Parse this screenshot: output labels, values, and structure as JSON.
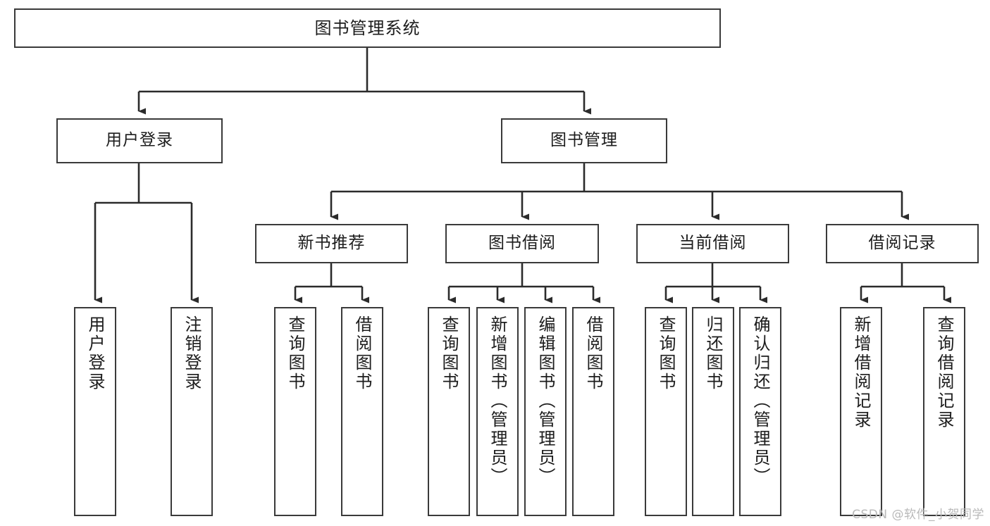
{
  "diagram": {
    "type": "tree",
    "title": "图书管理系统",
    "watermark": "CSDN @软件_小贺同学",
    "colors": {
      "box_stroke": "#3a3a3a",
      "box_fill": "#ffffff",
      "edge_stroke": "#2b2b2b",
      "text": "#1c1c1c",
      "watermark": "#b9b9b9"
    },
    "nodes": {
      "root": {
        "label": "图书管理系统"
      },
      "level2": [
        {
          "id": "user-login",
          "label": "用户登录"
        },
        {
          "id": "book-manage",
          "label": "图书管理"
        }
      ],
      "level3": [
        {
          "id": "new-book-rec",
          "label": "新书推荐"
        },
        {
          "id": "book-borrow",
          "label": "图书借阅"
        },
        {
          "id": "current-borrow",
          "label": "当前借阅"
        },
        {
          "id": "borrow-record",
          "label": "借阅记录"
        }
      ],
      "leaves": {
        "user_login": [
          {
            "id": "leaf-user-login",
            "label": "用户登录"
          },
          {
            "id": "leaf-logout-login",
            "label": "注销登录"
          }
        ],
        "new_book_rec": [
          {
            "id": "leaf-query-book-1",
            "label": "查询图书"
          },
          {
            "id": "leaf-borrow-book-1",
            "label": "借阅图书"
          }
        ],
        "book_borrow": [
          {
            "id": "leaf-query-book-2",
            "label": "查询图书"
          },
          {
            "id": "leaf-add-book",
            "label": "新增图书（管理员）"
          },
          {
            "id": "leaf-edit-book",
            "label": "编辑图书（管理员）"
          },
          {
            "id": "leaf-borrow-book-2",
            "label": "借阅图书"
          }
        ],
        "current_borrow": [
          {
            "id": "leaf-query-book-3",
            "label": "查询图书"
          },
          {
            "id": "leaf-return-book",
            "label": "归还图书"
          },
          {
            "id": "leaf-confirm-return",
            "label": "确认归还（管理员）"
          }
        ],
        "borrow_record": [
          {
            "id": "leaf-add-record",
            "label": "新增借阅记录"
          },
          {
            "id": "leaf-query-record",
            "label": "查询借阅记录"
          }
        ]
      }
    }
  }
}
